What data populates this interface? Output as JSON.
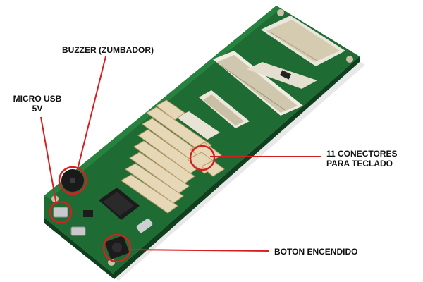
{
  "photo": {
    "pcb_color": "#1f6b34",
    "callout_color": "#d61f1f"
  },
  "labels": {
    "buzzer": "BUZZER (ZUMBADOR)",
    "micro_usb_line1": "MICRO USB",
    "micro_usb_line2": "5V",
    "connectors_line1": "11 CONECTORES",
    "connectors_line2": "PARA TECLADO",
    "power_button": "BOTON ENCENDIDO"
  }
}
